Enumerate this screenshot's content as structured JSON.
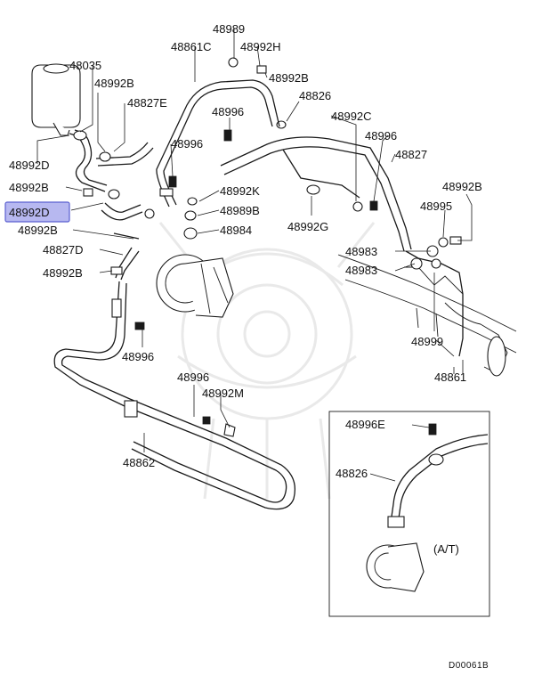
{
  "callouts": {
    "c48035": "48035",
    "c48992B_1": "48992B",
    "c48827E": "48827E",
    "c48992D_1": "48992D",
    "c48992B_2": "48992B",
    "c48992D_hl": "48992D",
    "c48992B_3": "48992B",
    "c48827D": "48827D",
    "c48992B_4": "48992B",
    "c48989": "48989",
    "c48861C": "48861C",
    "c48992H": "48992H",
    "c48992B_5": "48992B",
    "c48996_1": "48996",
    "c48826_1": "48826",
    "c48996_2": "48996",
    "c48992C": "48992C",
    "c48996_3": "48996",
    "c48827": "48827",
    "c48992K": "48992K",
    "c48989B": "48989B",
    "c48984": "48984",
    "c48992G": "48992G",
    "c48992B_6": "48992B",
    "c48995": "48995",
    "c48983_1": "48983",
    "c48983_2": "48983",
    "c48996_4": "48996",
    "c48999": "48999",
    "c48861": "48861",
    "c48996_5": "48996",
    "c48992M": "48992M",
    "c48862": "48862",
    "c48996E": "48996E",
    "c48826_2": "48826",
    "inset_at": "(A/T)",
    "diagram_code": "D00061B"
  },
  "colors": {
    "highlight_fill": "#b7b8f0",
    "highlight_stroke": "#5a5fd0",
    "line": "#1a1a1a",
    "watermark": "#e9e9e9"
  },
  "highlighted_part": "48992D"
}
